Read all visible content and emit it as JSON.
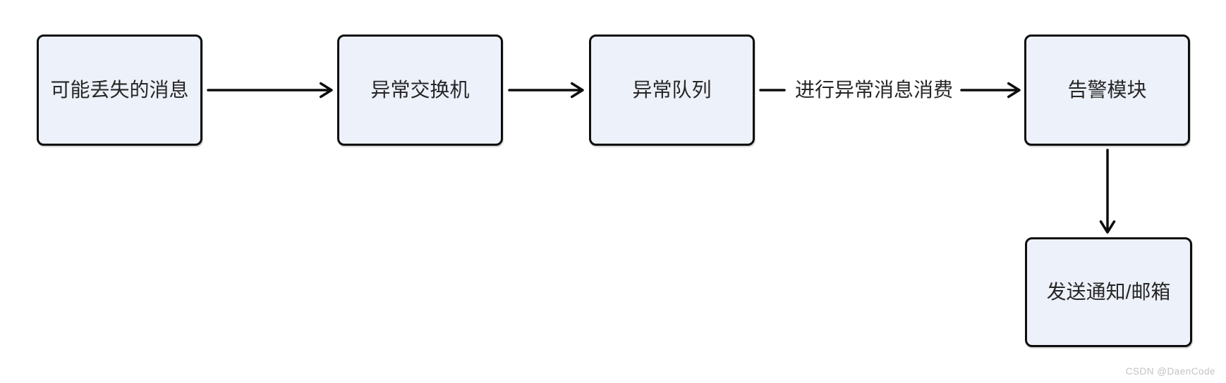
{
  "diagram": {
    "title": "message-loss-alert-flow",
    "nodes": [
      {
        "id": "lost-messages",
        "label": "可能丢失的消息"
      },
      {
        "id": "exception-exchange",
        "label": "异常交换机"
      },
      {
        "id": "exception-queue",
        "label": "异常队列"
      },
      {
        "id": "alert-module",
        "label": "告警模块"
      },
      {
        "id": "send-notification-email",
        "label": "发送通知/邮箱"
      }
    ],
    "edges": [
      {
        "from": "lost-messages",
        "to": "exception-exchange"
      },
      {
        "from": "exception-exchange",
        "to": "exception-queue"
      },
      {
        "from": "exception-queue",
        "to": "alert-module",
        "label": "进行异常消息消费"
      },
      {
        "from": "alert-module",
        "to": "send-notification-email"
      }
    ],
    "colors": {
      "background": "#ffffff",
      "node_fill": "#edf1fa",
      "node_border": "#0d0d0d",
      "arrow": "#0d0d0d",
      "text": "#262626",
      "watermark": "#c3c3c3"
    },
    "watermark": "CSDN @DaenCode"
  }
}
